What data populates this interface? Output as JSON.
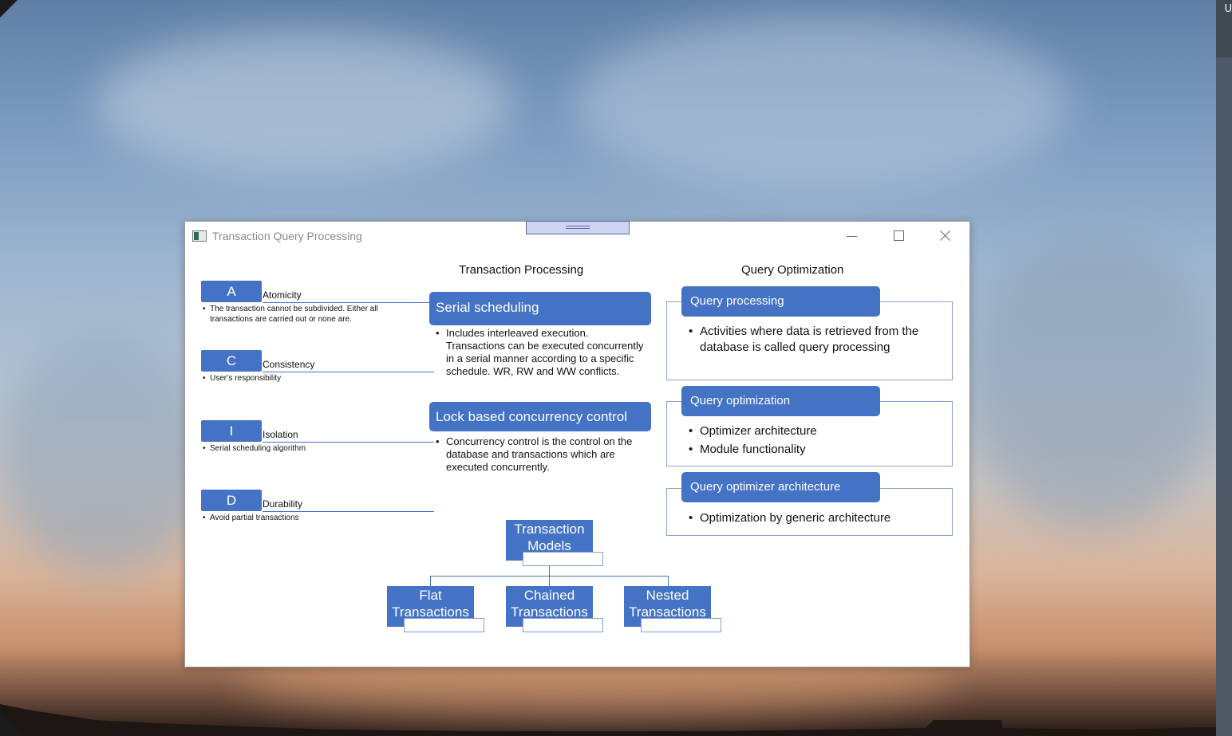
{
  "window": {
    "title": "Transaction Query Processing"
  },
  "headings": {
    "transaction_processing": "Transaction Processing",
    "query_optimization": "Query Optimization"
  },
  "acid": [
    {
      "letter": "A",
      "label": "Atomicity",
      "bullet": "The transaction cannot be subdivided. Either all transactions are carried out or none are."
    },
    {
      "letter": "C",
      "label": "Consistency",
      "bullet": "User’s responsibility"
    },
    {
      "letter": "I",
      "label": "Isolation",
      "bullet": "Serial scheduling algorithm"
    },
    {
      "letter": "D",
      "label": "Durability",
      "bullet": "Avoid partial transactions"
    }
  ],
  "transaction_processing": [
    {
      "title": "Serial scheduling",
      "text": "Includes interleaved execution. Transactions can be executed concurrently in a serial manner according to a specific schedule. WR, RW and WW conflicts."
    },
    {
      "title": "Lock based concurrency control",
      "text": "Concurrency control is the control on the database and transactions which are executed concurrently."
    }
  ],
  "query_optimization": [
    {
      "title": "Query processing",
      "bullets": [
        "Activities where data is retrieved from the database is called query processing"
      ]
    },
    {
      "title": "Query optimization",
      "bullets": [
        "Optimizer architecture",
        "Module functionality"
      ]
    },
    {
      "title": "Query optimizer architecture",
      "bullets": [
        "Optimization by generic architecture"
      ]
    }
  ],
  "transaction_models": {
    "root": "Transaction Models",
    "children": [
      "Flat Transactions",
      "Chained Transactions",
      "Nested Transactions"
    ]
  },
  "colors": {
    "accent": "#4472c4",
    "outline": "#8aa2cf"
  },
  "icons": {
    "app": "window-app-icon",
    "minimize": "minimize-icon",
    "maximize": "maximize-icon",
    "close": "close-icon"
  }
}
